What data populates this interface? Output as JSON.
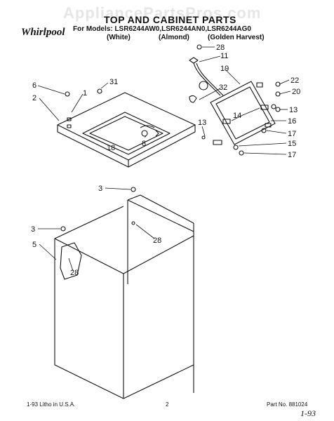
{
  "watermark": "AppliancePartsPros.com",
  "title": "TOP AND CABINET PARTS",
  "models_line": "For Models: LSR6244AW0,LSR6244AN0,LSR6244AG0",
  "variants": [
    "(White)",
    "(Almond)",
    "(Golden Harvest)"
  ],
  "brand": "Whirlpool",
  "footer": {
    "left": "1-93 Litho in U.S.A.",
    "center": "2",
    "right": "Part No. 881024"
  },
  "handwritten_note": "1-93",
  "callouts": [
    "28",
    "11",
    "19",
    "22",
    "20",
    "13",
    "16",
    "17",
    "15",
    "17",
    "14",
    "13",
    "32",
    "31",
    "6",
    "1",
    "2",
    "8",
    "18",
    "3",
    "3",
    "5",
    "28",
    "28"
  ]
}
